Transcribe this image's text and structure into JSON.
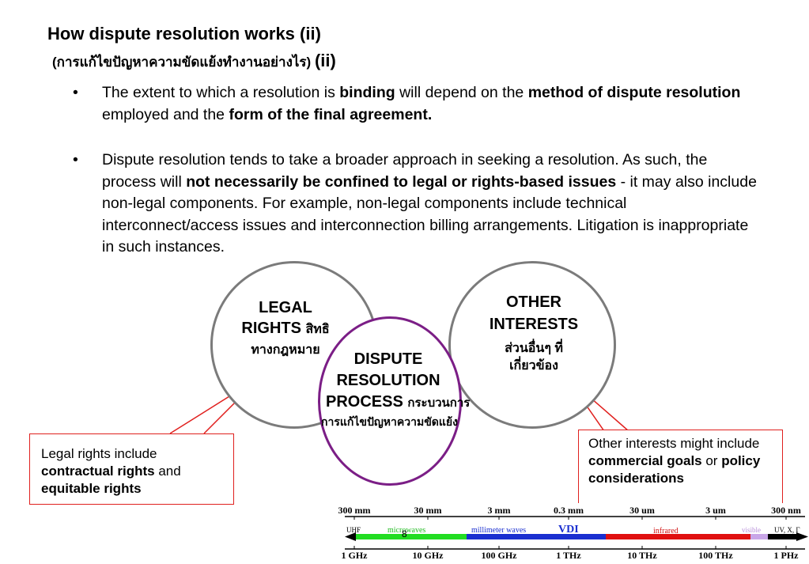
{
  "slide": {
    "title_line1": "How dispute resolution works (ii)",
    "title_line2_thai": "(การแก้ไขปัญหาความขัดแย้งทำงานอย่างไร)",
    "title_line2_suffix": "(ii)",
    "page_number": "8"
  },
  "bullets": [
    {
      "marker": "•",
      "segments": [
        {
          "text": "The extent to which a resolution is ",
          "bold": false
        },
        {
          "text": "binding",
          "bold": true
        },
        {
          "text": " will depend on the ",
          "bold": false
        },
        {
          "text": "method of dispute resolution",
          "bold": true
        },
        {
          "text": " employed and the ",
          "bold": false
        },
        {
          "text": "form of the final agreement.",
          "bold": true
        }
      ]
    },
    {
      "marker": "•",
      "segments": [
        {
          "text": "Dispute resolution tends to take a broader approach in seeking a resolution.  As such, the process will ",
          "bold": false
        },
        {
          "text": "not necessarily be confined to legal or rights-based issues",
          "bold": true
        },
        {
          "text": " - it may also include non-legal components.  For example, non-legal components include technical interconnect/access issues and interconnection billing arrangements.  Litigation is inappropriate in such instances.",
          "bold": false
        }
      ]
    }
  ],
  "diagram": {
    "legal": {
      "line1": "LEGAL",
      "line2": "RIGHTS",
      "line2_thai": "สิทธิ",
      "line3_thai": "ทางกฎหมาย"
    },
    "other": {
      "line1": "OTHER",
      "line2": "INTERESTS",
      "thai1": "ส่วนอื่นๆ ที่",
      "thai2": "เกี่ยวข้อง"
    },
    "dispute": {
      "line1": "DISPUTE",
      "line2": "RESOLUTION",
      "line3": "PROCESS",
      "line3_thai": "กระบวนการ",
      "line4_thai": "การแก้ไขปัญหาความขัดแย้ง"
    },
    "callout_left": [
      {
        "text": "Legal rights include ",
        "bold": false
      },
      {
        "text": "contractual rights",
        "bold": true
      },
      {
        "text": " and ",
        "bold": false
      },
      {
        "text": "equitable rights",
        "bold": true
      }
    ],
    "callout_right": [
      {
        "text": "Other interests might include ",
        "bold": false
      },
      {
        "text": "commercial goals",
        "bold": true
      },
      {
        "text": " or ",
        "bold": false
      },
      {
        "text": "policy considerations",
        "bold": true
      }
    ],
    "colors": {
      "circle_border": "#7b7b7b",
      "dispute_border": "#7b1e86",
      "callout_border": "#e0201e"
    }
  },
  "spectrum": {
    "wavelengths": [
      "300 mm",
      "30 mm",
      "3 mm",
      "0.3 mm",
      "30 um",
      "3 um",
      "300 nm"
    ],
    "frequencies": [
      "1 GHz",
      "10 GHz",
      "100 GHz",
      "1 THz",
      "10 THz",
      "100 THz",
      "1 PHz"
    ],
    "band_labels": {
      "uhf": "UHF",
      "microwaves": "microwaves",
      "mmw": "millimeter waves",
      "vdi": "VDI",
      "infrared": "infrared",
      "visible": "visible",
      "uvx": "UV, X, Γ"
    },
    "colors": {
      "microwaves": "#22dd22",
      "mmw": "#1a2fd0",
      "infrared": "#e01010",
      "visible": "#c9a6e8",
      "label_blue": "#1a2fd0",
      "label_red": "#d01010",
      "label_green": "#22bb22"
    }
  }
}
